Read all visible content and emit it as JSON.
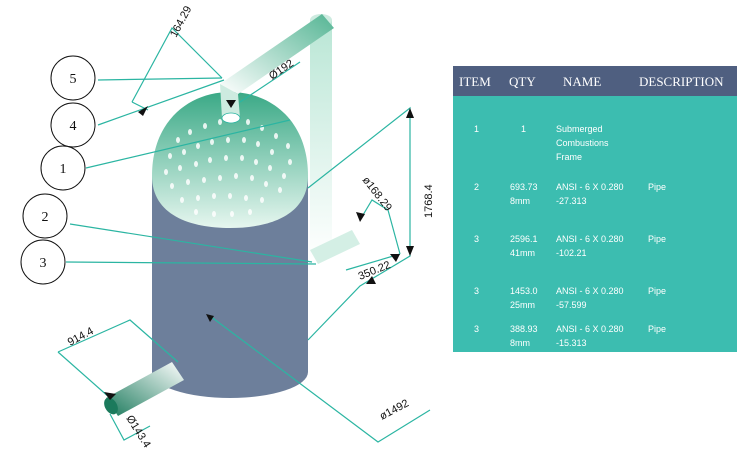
{
  "balloons": [
    "1",
    "2",
    "3",
    "4",
    "5"
  ],
  "dimensions": {
    "pipe_bend_top": "164.29",
    "pipe_diameter": "Ø192",
    "riser_height": "1768.4",
    "outlet_offset": "350.22",
    "outlet_diameter": "ø168.29",
    "inlet_length": "914.4",
    "inlet_diameter": "Ø143.4",
    "tank_diameter": "ø1492"
  },
  "table": {
    "headers": [
      "ITEM",
      "QTY",
      "NAME",
      "DESCRIPTION"
    ],
    "rows": [
      {
        "item": "1",
        "qty": "1",
        "name": "Submerged\nCombustions\nFrame",
        "description": ""
      },
      {
        "item": "2",
        "qty": "693.73\n8mm",
        "name": "ANSI - 6 X 0.280\n-27.313",
        "description": "Pipe"
      },
      {
        "item": "3",
        "qty": "2596.1\n41mm",
        "name": "ANSI - 6 X 0.280\n-102.21",
        "description": "Pipe"
      },
      {
        "item": "3",
        "qty": "1453.0\n25mm",
        "name": "ANSI - 6 X 0.280\n-57.599",
        "description": "Pipe"
      },
      {
        "item": "3",
        "qty": "388.93\n8mm",
        "name": "ANSI - 6 X 0.280\n-15.313",
        "description": "Pipe"
      }
    ]
  },
  "colors": {
    "tank_body": "#6d7f9b",
    "tank_top": "#3aa986",
    "teal_lines": "#2bb5a2",
    "table_bg": "#3cbdb0",
    "table_header": "#4f5f80"
  }
}
